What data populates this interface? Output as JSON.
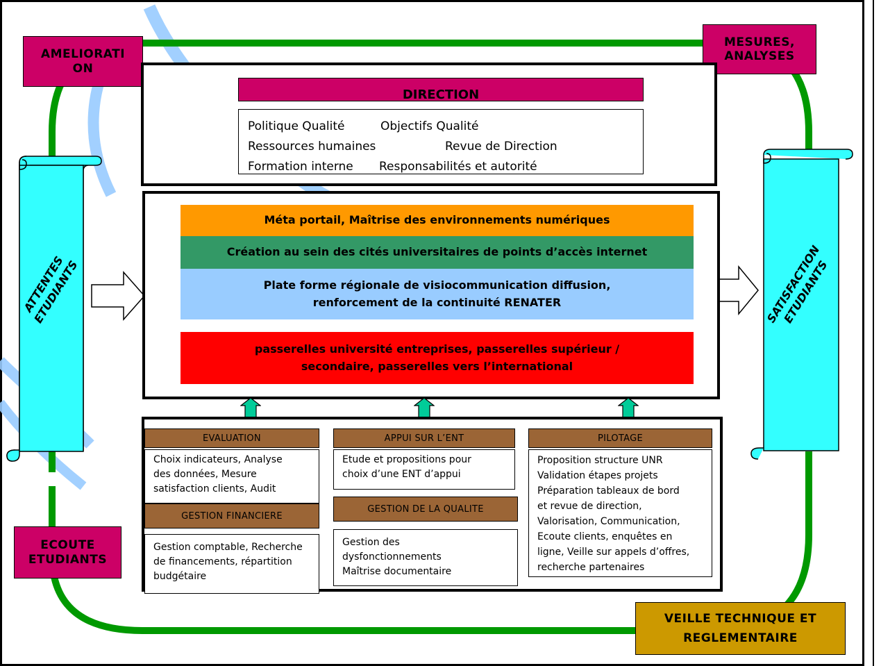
{
  "corners": {
    "amelioration": "AMELIORATI\nON",
    "mesures": "MESURES,\nANALYSES",
    "ecoute": "ECOUTE\nETUDIANTS",
    "veille": "VEILLE TECHNIQUE ET\nREGLEMENTAIRE"
  },
  "scrolls": {
    "left": "ATTENTES\nETUDIANTS",
    "right": "SATISFACTION\nETUDIANTS"
  },
  "direction": {
    "title": "DIRECTION",
    "items": [
      "Politique Qualité",
      "Objectifs Qualité",
      "Ressources humaines",
      "Revue de Direction",
      "Formation interne",
      "Responsabilités et autorité"
    ]
  },
  "bands": [
    {
      "text": "Méta portail, Maîtrise des environnements numériques",
      "color": "#ff9900"
    },
    {
      "text": "Création au sein des cités universitaires de points d’accès internet",
      "color": "#339966"
    },
    {
      "text": "Plate forme régionale de visiocommunication diffusion,\nrenforcement de la continuité RENATER",
      "color": "#99ccff"
    },
    {
      "text": "passerelles université entreprises, passerelles supérieur /\nsecondaire, passerelles vers l’international",
      "color": "#ff0000"
    }
  ],
  "support": {
    "evaluation": {
      "title": "EVALUATION",
      "lines": [
        "Choix indicateurs, Analyse",
        "des données, Mesure",
        "satisfaction clients, Audit"
      ]
    },
    "finance": {
      "title": "GESTION FINANCIERE",
      "lines": [
        "Gestion comptable, Recherche",
        "de financements, répartition",
        "budgétaire"
      ]
    },
    "ent": {
      "title": "APPUI SUR L’ENT",
      "lines": [
        "Etude et propositions pour",
        "choix d’une ENT d’appui"
      ]
    },
    "qualite": {
      "title": "GESTION DE LA QUALITE",
      "lines": [
        "Gestion des",
        "dysfonctionnements",
        "Maîtrise documentaire"
      ]
    },
    "pilotage": {
      "title": "PILOTAGE",
      "lines": [
        "Proposition structure UNR",
        "Validation étapes projets",
        "Préparation tableaux de bord",
        "et revue de direction,",
        "Valorisation, Communication,",
        "Ecoute clients, enquêtes en",
        "ligne, Veille sur appels d’offres,",
        "recherche partenaires"
      ]
    }
  },
  "colors": {
    "loop": "#009900",
    "tag": "#cc0066",
    "veille": "#cc9900",
    "scroll": "#33ffff",
    "header": "#9b6536",
    "arrow_up": "#00cc99",
    "watermark": "#99ccff"
  }
}
